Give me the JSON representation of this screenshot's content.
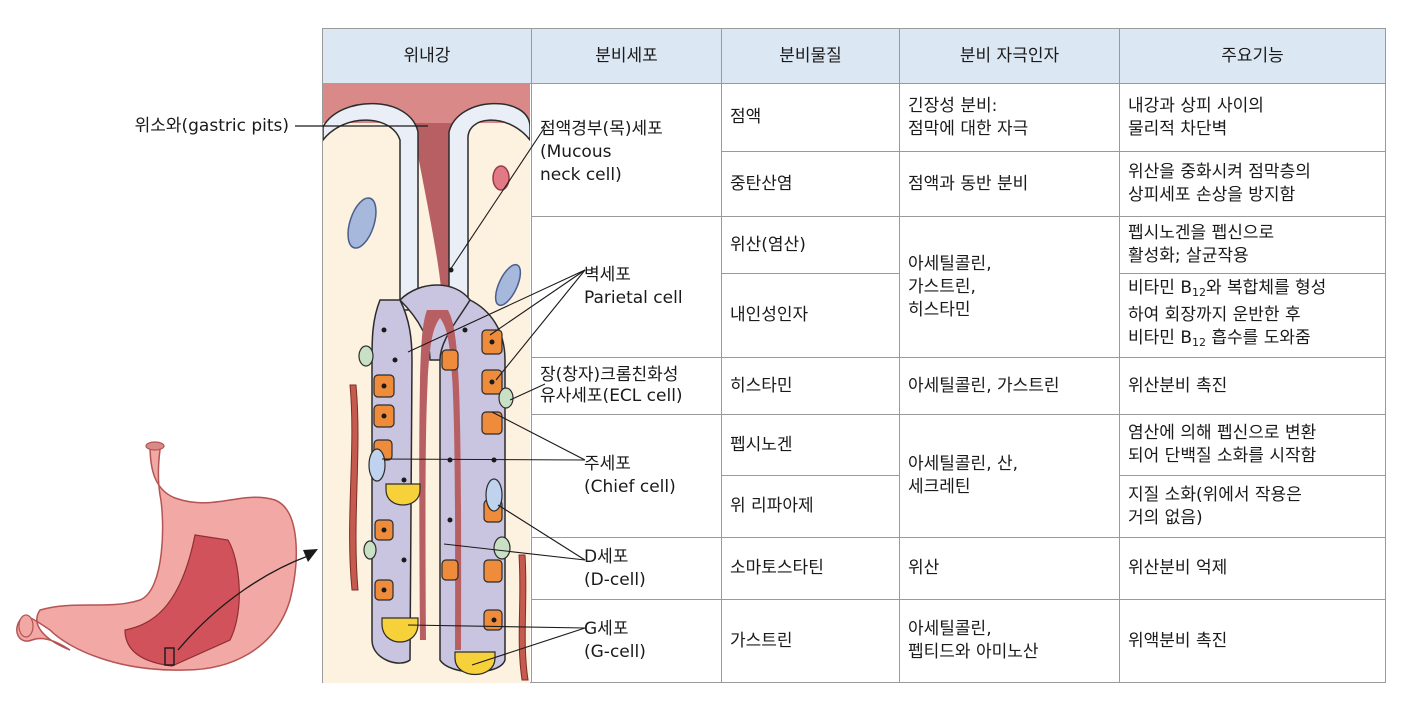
{
  "header": [
    "위내강",
    "분비세포",
    "분비물질",
    "분비 자극인자",
    "주요기능"
  ],
  "pit_label": "위소와(gastric pits)",
  "groups": [
    {
      "cell_lines": [
        "점액경부(목)세포",
        "(Mucous",
        "neck cell)"
      ],
      "rows": [
        {
          "substance": "점액",
          "stimulus": [
            "긴장성 분비:",
            "점막에 대한 자극"
          ],
          "function": [
            "내강과 상피 사이의",
            "물리적 차단벽"
          ]
        },
        {
          "substance": "중탄산염",
          "stimulus": [
            "점액과 동반 분비"
          ],
          "function": [
            "위산을 중화시켜 점막층의",
            "상피세포 손상을 방지함"
          ]
        }
      ]
    },
    {
      "cell_lines": [
        "벽세포",
        "Parietal cell"
      ],
      "stimulus": [
        "아세틸콜린,",
        "가스트린,",
        "히스타민"
      ],
      "rows": [
        {
          "substance": "위산(염산)",
          "function": [
            "펩시노겐을 펩신으로",
            "활성화; 살균작용"
          ]
        },
        {
          "substance": "내인성인자",
          "function_parts": {
            "line1_pre": "비타민 B",
            "line1_sub": "12",
            "line1_post": "와 복합체를 형성",
            "line2": "하여 회장까지 운반한 후",
            "line3_pre": "비타민 B",
            "line3_sub": "12",
            "line3_post": " 흡수를 도와줌"
          }
        }
      ]
    },
    {
      "cell_lines": [
        "장(창자)크롬친화성",
        "유사세포(ECL cell)"
      ],
      "rows": [
        {
          "substance": "히스타민",
          "stimulus": [
            "아세틸콜린, 가스트린"
          ],
          "function": [
            "위산분비 촉진"
          ]
        }
      ]
    },
    {
      "cell_lines": [
        "주세포",
        "(Chief cell)"
      ],
      "stimulus": [
        "아세틸콜린, 산,",
        "세크레틴"
      ],
      "rows": [
        {
          "substance": "펩시노겐",
          "function": [
            "염산에 의해 펩신으로 변환",
            "되어 단백질 소화를 시작함"
          ]
        },
        {
          "substance": "위 리파아제",
          "function": [
            "지질 소화(위에서 작용은",
            "거의 없음)"
          ]
        }
      ]
    },
    {
      "cell_lines": [
        "D세포",
        "(D-cell)"
      ],
      "rows": [
        {
          "substance": "소마토스타틴",
          "stimulus": [
            "위산"
          ],
          "function": [
            "위산분비 억제"
          ]
        }
      ]
    },
    {
      "cell_lines": [
        "G세포",
        "(G-cell)"
      ],
      "rows": [
        {
          "substance": "가스트린",
          "stimulus": [
            "아세틸콜린,",
            "펩티드와 아미노산"
          ],
          "function": [
            "위액분비 촉진"
          ]
        }
      ]
    }
  ],
  "colors": {
    "header_bg": "#dbe7f3",
    "lumen_bg": "#fdf1e0",
    "surface": "#d8868a",
    "parietal": "#ee8c3c",
    "chief": "#c9c4e0",
    "g_cell": "#f7d13a",
    "d_cell": "#c8e0c4",
    "stomach": "#f2a8a4"
  }
}
